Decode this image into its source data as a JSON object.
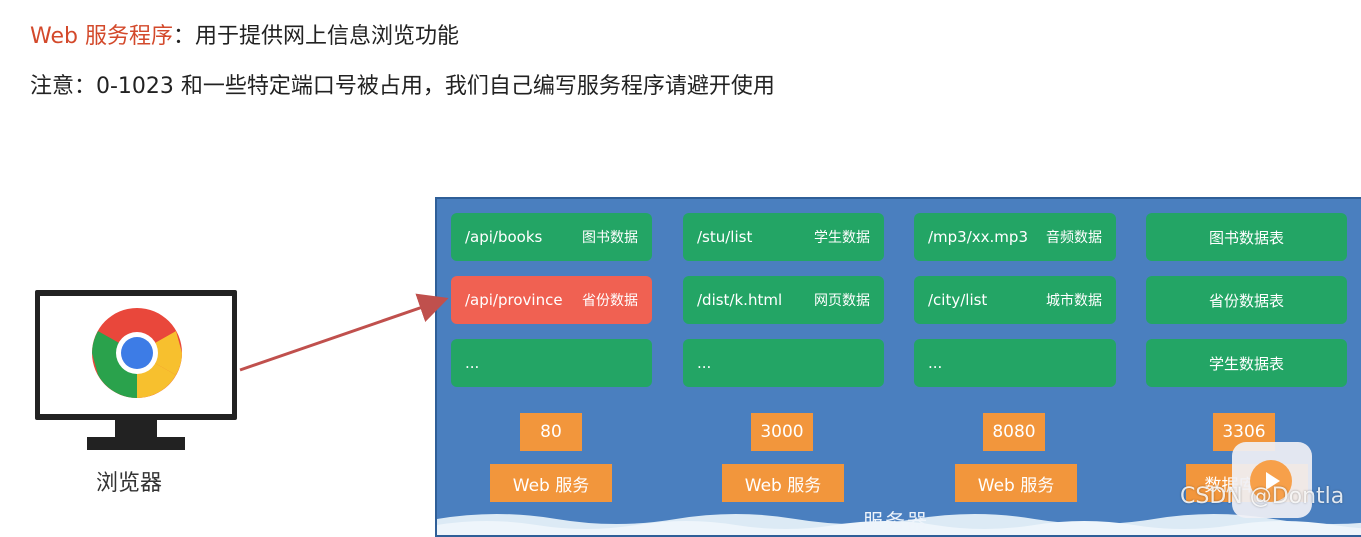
{
  "header": {
    "title_accent": "Web 服务程序",
    "title_rest": "：用于提供网上信息浏览功能",
    "note": "注意：0-1023 和一些特定端口号被占用，我们自己编写服务程序请避开使用"
  },
  "browser": {
    "label": "浏览器",
    "icon": "chrome-icon"
  },
  "server": {
    "label": "服务器",
    "columns": [
      {
        "rows": [
          {
            "path": "/api/books",
            "desc": "图书数据",
            "highlighted": false
          },
          {
            "path": "/api/province",
            "desc": "省份数据",
            "highlighted": true
          },
          {
            "path": "...",
            "desc": "",
            "highlighted": false
          }
        ],
        "port": "80",
        "service": "Web 服务"
      },
      {
        "rows": [
          {
            "path": "/stu/list",
            "desc": "学生数据",
            "highlighted": false
          },
          {
            "path": "/dist/k.html",
            "desc": "网页数据",
            "highlighted": false
          },
          {
            "path": "...",
            "desc": "",
            "highlighted": false
          }
        ],
        "port": "3000",
        "service": "Web 服务"
      },
      {
        "rows": [
          {
            "path": "/mp3/xx.mp3",
            "desc": "音频数据",
            "highlighted": false
          },
          {
            "path": "/city/list",
            "desc": "城市数据",
            "highlighted": false
          },
          {
            "path": "...",
            "desc": "",
            "highlighted": false
          }
        ],
        "port": "8080",
        "service": "Web 服务"
      },
      {
        "rows": [
          {
            "path": "图书数据表",
            "desc": "",
            "highlighted": false
          },
          {
            "path": "省份数据表",
            "desc": "",
            "highlighted": false
          },
          {
            "path": "学生数据表",
            "desc": "",
            "highlighted": false
          }
        ],
        "port": "3306",
        "service": "数据库服务"
      }
    ]
  },
  "watermark": {
    "text": "CSDN @Dontla",
    "icon": "play-icon"
  },
  "colors": {
    "accent": "#d3492b",
    "server_bg": "#4a7fbf",
    "box_green": "#23a565",
    "box_red": "#f06152",
    "port_orange": "#f2963c",
    "arrow": "#c0504d"
  }
}
